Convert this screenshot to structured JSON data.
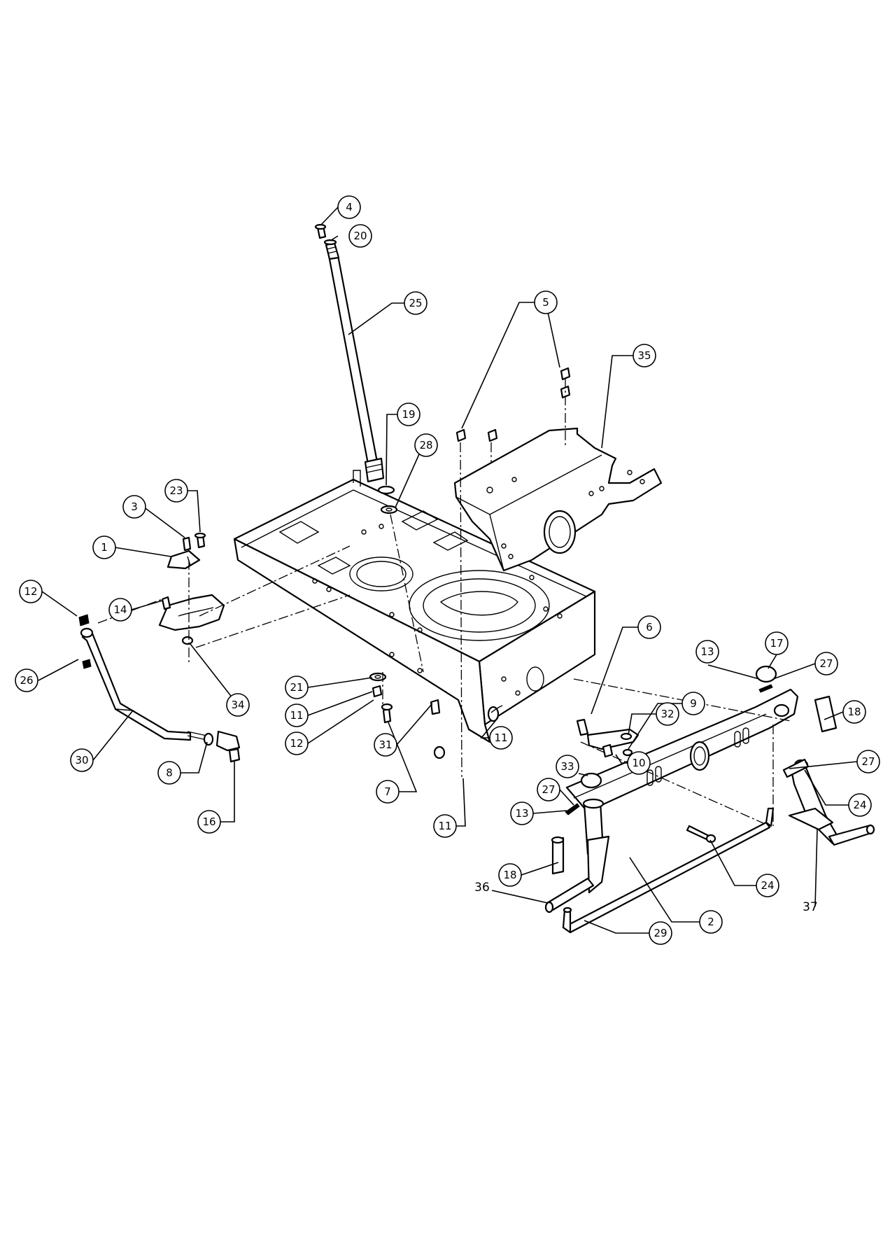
{
  "diagram": {
    "callouts": [
      {
        "id": "c4",
        "label": "4"
      },
      {
        "id": "c20",
        "label": "20"
      },
      {
        "id": "c25",
        "label": "25"
      },
      {
        "id": "c5",
        "label": "5"
      },
      {
        "id": "c35",
        "label": "35"
      },
      {
        "id": "c19",
        "label": "19"
      },
      {
        "id": "c28",
        "label": "28"
      },
      {
        "id": "c23",
        "label": "23"
      },
      {
        "id": "c3",
        "label": "3"
      },
      {
        "id": "c1",
        "label": "1"
      },
      {
        "id": "c12a",
        "label": "12"
      },
      {
        "id": "c14",
        "label": "14"
      },
      {
        "id": "c26",
        "label": "26"
      },
      {
        "id": "c34",
        "label": "34"
      },
      {
        "id": "c21",
        "label": "21"
      },
      {
        "id": "c11a",
        "label": "11"
      },
      {
        "id": "c12b",
        "label": "12"
      },
      {
        "id": "c31",
        "label": "31"
      },
      {
        "id": "c30",
        "label": "30"
      },
      {
        "id": "c8",
        "label": "8"
      },
      {
        "id": "c16",
        "label": "16"
      },
      {
        "id": "c7",
        "label": "7"
      },
      {
        "id": "c11b",
        "label": "11"
      },
      {
        "id": "c11c",
        "label": "11"
      },
      {
        "id": "c6",
        "label": "6"
      },
      {
        "id": "c32",
        "label": "32"
      },
      {
        "id": "c9",
        "label": "9"
      },
      {
        "id": "c10",
        "label": "10"
      },
      {
        "id": "c13a",
        "label": "13"
      },
      {
        "id": "c17",
        "label": "17"
      },
      {
        "id": "c27a",
        "label": "27"
      },
      {
        "id": "c18a",
        "label": "18"
      },
      {
        "id": "c27b",
        "label": "27"
      },
      {
        "id": "c24a",
        "label": "24"
      },
      {
        "id": "c33",
        "label": "33"
      },
      {
        "id": "c27c",
        "label": "27"
      },
      {
        "id": "c13b",
        "label": "13"
      },
      {
        "id": "c18b",
        "label": "18"
      },
      {
        "id": "c24b",
        "label": "24"
      },
      {
        "id": "c2",
        "label": "2"
      },
      {
        "id": "c29",
        "label": "29"
      }
    ],
    "plain_labels": [
      {
        "id": "p36",
        "label": "36"
      },
      {
        "id": "p37",
        "label": "37"
      }
    ]
  }
}
